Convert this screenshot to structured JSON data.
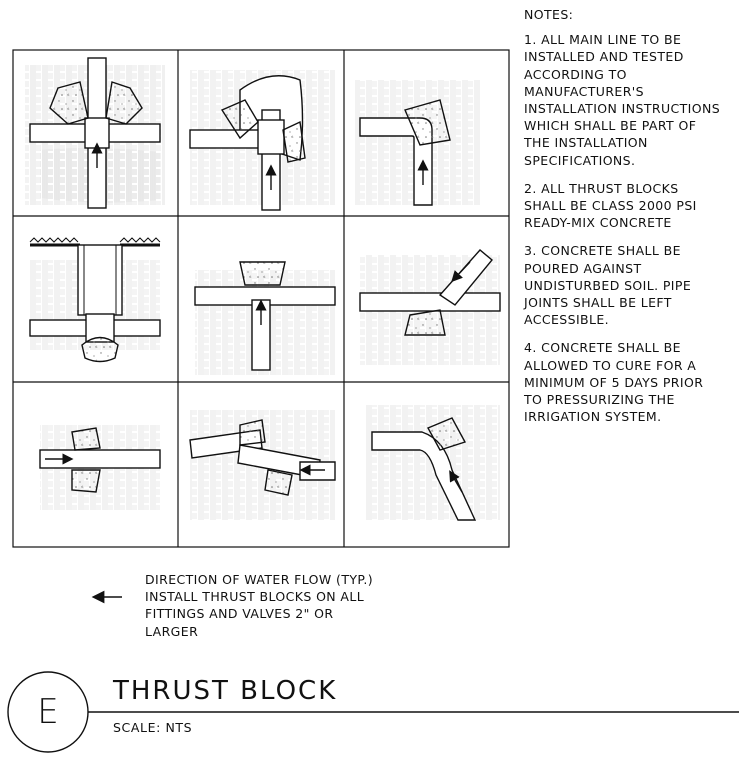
{
  "notes": {
    "heading": "NOTES:",
    "items": [
      "1. ALL MAIN LINE TO BE\nINSTALLED AND TESTED\nACCORDING TO\nMANUFACTURER'S\nINSTALLATION INSTRUCTIONS\nWHICH SHALL BE PART OF\nTHE INSTALLATION\nSPECIFICATIONS.",
      "2. ALL THRUST BLOCKS\nSHALL BE CLASS 2000 PSI\nREADY-MIX CONCRETE",
      "3. CONCRETE SHALL BE\nPOURED AGAINST\nUNDISTURBED SOIL.  PIPE\nJOINTS SHALL BE LEFT\nACCESSIBLE.",
      "4. CONCRETE SHALL BE\nALLOWED TO CURE FOR A\nMINIMUM OF 5 DAYS PRIOR\nTO PRESSURIZING THE\nIRRIGATION SYSTEM."
    ]
  },
  "legend": {
    "text": "DIRECTION OF WATER FLOW (TYP.)\nINSTALL THRUST BLOCKS ON ALL\nFITTINGS AND VALVES 2\" OR\nLARGER"
  },
  "title_block": {
    "detail_letter": "E",
    "title": "THRUST BLOCK",
    "scale_label": "SCALE:",
    "scale_value": "NTS"
  }
}
